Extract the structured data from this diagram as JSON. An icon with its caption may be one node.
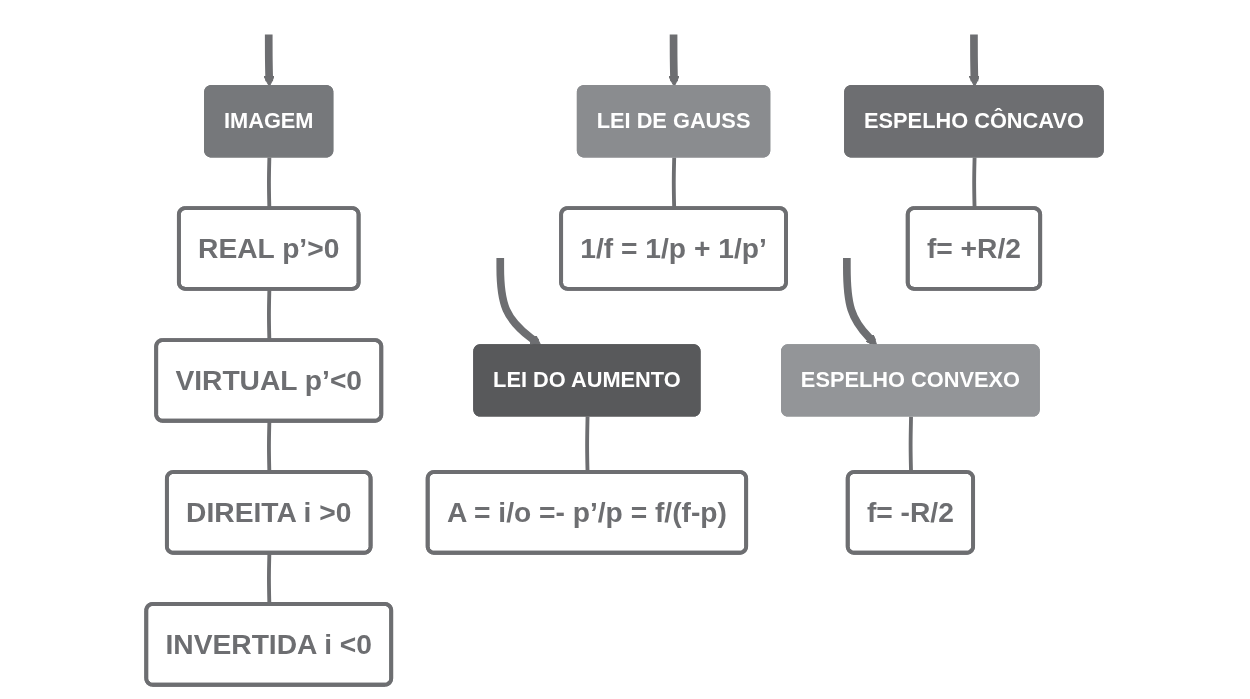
{
  "diagram": {
    "nodes": [
      {
        "text": [
          "LEI DE GAUSS"
        ]
      },
      {
        "text": [
          "1/f = 1/p + 1/p’"
        ]
      },
      {
        "text": [
          "ESPELHO CÔNCAVO"
        ]
      },
      {
        "text": [
          "f= +R/2"
        ]
      },
      {
        "text": [
          "IMAGEM"
        ]
      },
      {
        "text": [
          "REAL p’>0"
        ]
      },
      {
        "text": [
          "VIRTUAL p’<0"
        ]
      },
      {
        "text": [
          "DIREITA i >0"
        ]
      },
      {
        "text": [
          "INVERTIDA i <0"
        ]
      },
      {
        "text": [
          "LEI DO AUMENTO"
        ]
      },
      {
        "text": [
          "A = i/o =- p’/p = f/(f-p)"
        ]
      },
      {
        "text": [
          "ESPELHO CONVEXO"
        ]
      },
      {
        "text": [
          "f= -R/2"
        ]
      }
    ],
    "edges": [
      {
        "from": null,
        "to": 0,
        "arrow": "to",
        "style": "thick"
      },
      {
        "from": null,
        "to": 9,
        "arrow": "to",
        "style": "thick"
      },
      {
        "from": null,
        "to": 11,
        "arrow": "to",
        "style": "thick"
      },
      {
        "from": null,
        "to": 2,
        "arrow": "to",
        "style": "thick"
      },
      {
        "from": null,
        "to": 4,
        "arrow": "to",
        "style": "thick"
      },
      {
        "from": 0,
        "to": 1,
        "arrow": "none"
      },
      {
        "from": 2,
        "to": 3,
        "arrow": "none"
      },
      {
        "from": 4,
        "to": 5,
        "arrow": "none"
      },
      {
        "from": 5,
        "to": 6,
        "arrow": "none"
      },
      {
        "from": 6,
        "to": 7,
        "arrow": "none"
      },
      {
        "from": 7,
        "to": 8,
        "arrow": "none"
      },
      {
        "from": 9,
        "to": 10,
        "arrow": "none"
      },
      {
        "from": 11,
        "to": 12,
        "arrow": "none"
      }
    ]
  }
}
